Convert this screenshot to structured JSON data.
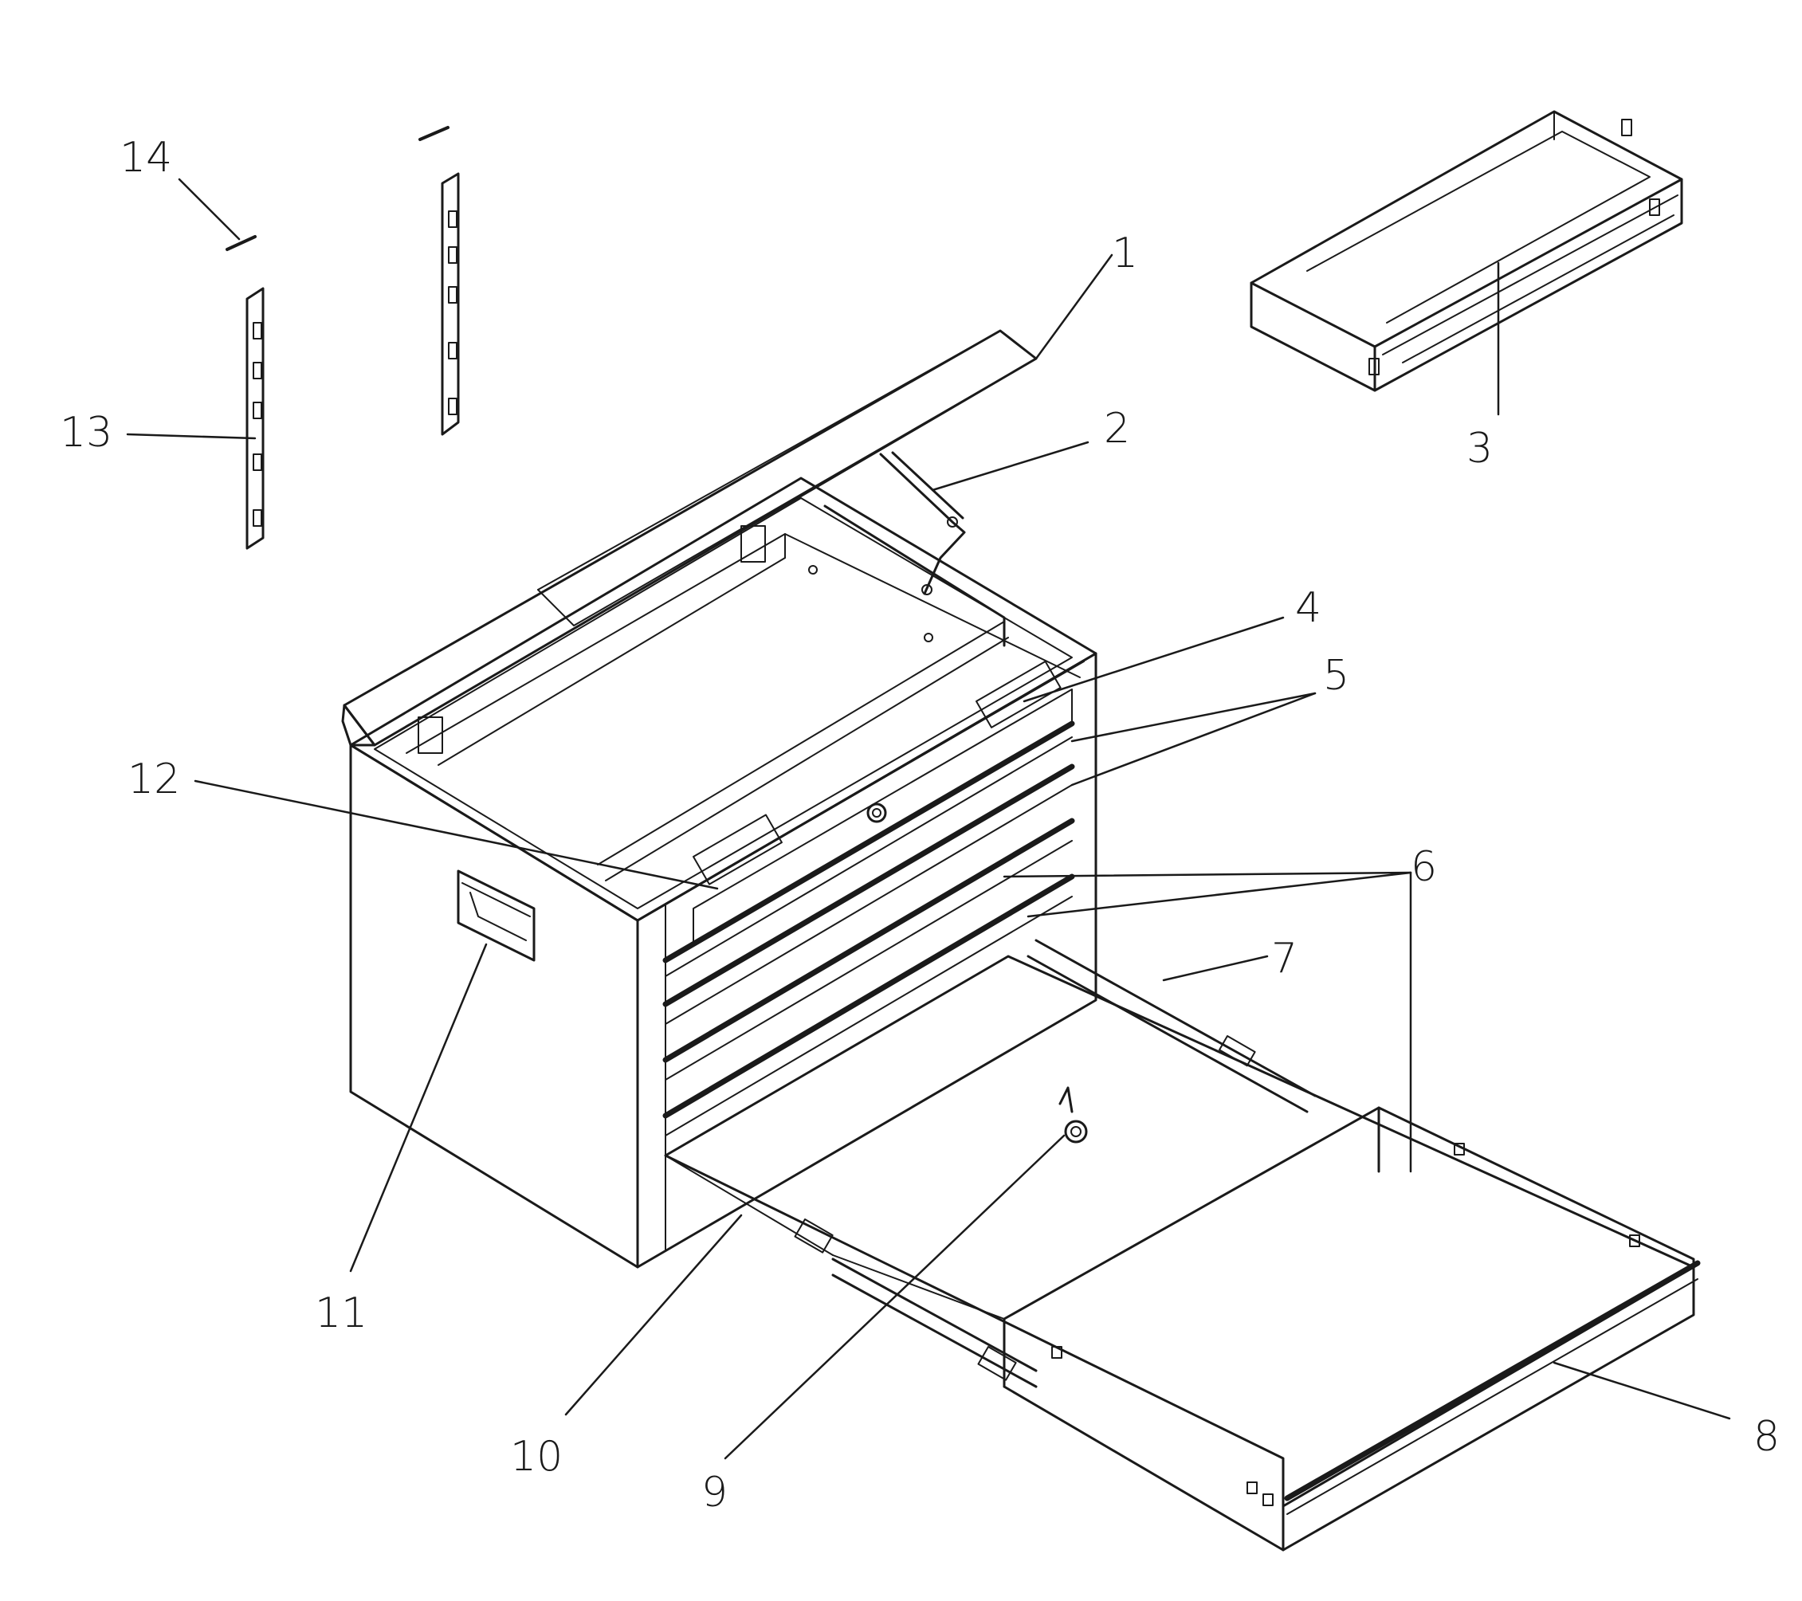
{
  "callouts": [
    {
      "id": "1",
      "label": "1"
    },
    {
      "id": "2",
      "label": "2"
    },
    {
      "id": "3",
      "label": "3"
    },
    {
      "id": "4",
      "label": "4"
    },
    {
      "id": "5",
      "label": "5"
    },
    {
      "id": "6",
      "label": "6"
    },
    {
      "id": "7",
      "label": "7"
    },
    {
      "id": "8",
      "label": "8"
    },
    {
      "id": "9",
      "label": "9"
    },
    {
      "id": "10",
      "label": "10"
    },
    {
      "id": "11",
      "label": "11"
    },
    {
      "id": "12",
      "label": "12"
    },
    {
      "id": "13",
      "label": "13"
    },
    {
      "id": "14",
      "label": "14"
    }
  ],
  "colors": {
    "ink": "#1a1a1a",
    "paper": "#ffffff"
  }
}
